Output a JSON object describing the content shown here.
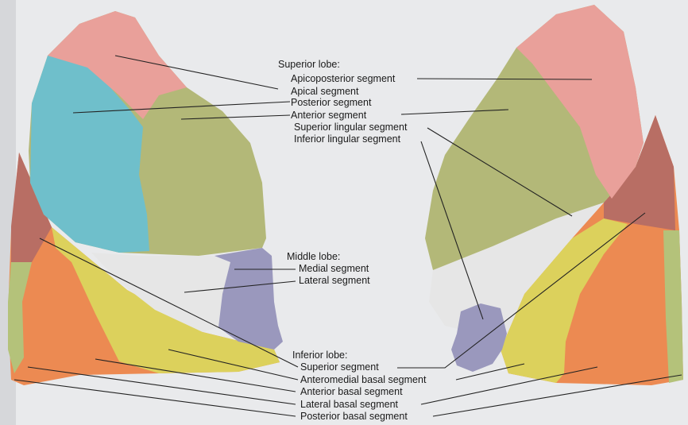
{
  "colors": {
    "background": "#e9eaec",
    "superior_pink": "#e9a09a",
    "apical_blue": "#6fbfcb",
    "anterior_green": "#b3b878",
    "middle_white": "#e6e6e6",
    "lateral_violet": "#9a98bd",
    "superior_brown": "#b86e64",
    "orange": "#ec8a52",
    "yellow": "#dcd15c",
    "posterior_green": "#b4c27a"
  },
  "labels": {
    "superior_lobe": "Superior lobe:",
    "apicoposterior": "Apicoposterior segment",
    "apical": "Apical segment",
    "posterior": "Posterior segment",
    "anterior": "Anterior segment",
    "superior_lingular": "Superior lingular segment",
    "inferior_lingular": "Inferior lingular segment",
    "middle_lobe": "Middle lobe:",
    "medial": "Medial segment",
    "lateral": "Lateral segment",
    "inferior_lobe": "Inferior lobe:",
    "superior_segment": "Superior segment",
    "anteromedial_basal": "Anteromedial basal segment",
    "anterior_basal": "Anterior basal segment",
    "lateral_basal": "Lateral basal segment",
    "posterior_basal": "Posterior basal segment"
  }
}
